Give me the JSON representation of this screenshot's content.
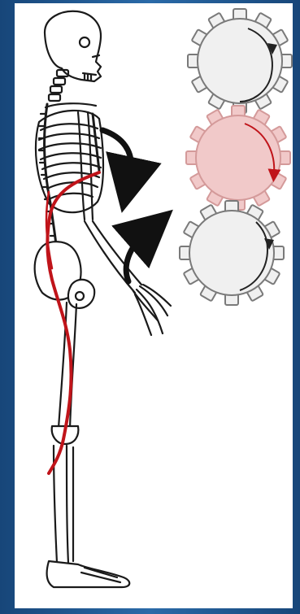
{
  "figure": {
    "colors": {
      "background_blue": "#1b4f86",
      "panel": "#ffffff",
      "bone_outline": "#1a1a1a",
      "muscle_red": "#c0141a",
      "gear_grey": "#f0f0f0",
      "gear_red": "#f1c9c9",
      "arrow": "#111111"
    },
    "elements": [
      {
        "name": "skeleton-side-view"
      },
      {
        "name": "psoas-muscle-highlight"
      },
      {
        "name": "upper-rotation-arrow"
      },
      {
        "name": "lower-rotation-arrow"
      },
      {
        "name": "gear-top"
      },
      {
        "name": "gear-middle"
      },
      {
        "name": "gear-bottom"
      }
    ]
  }
}
